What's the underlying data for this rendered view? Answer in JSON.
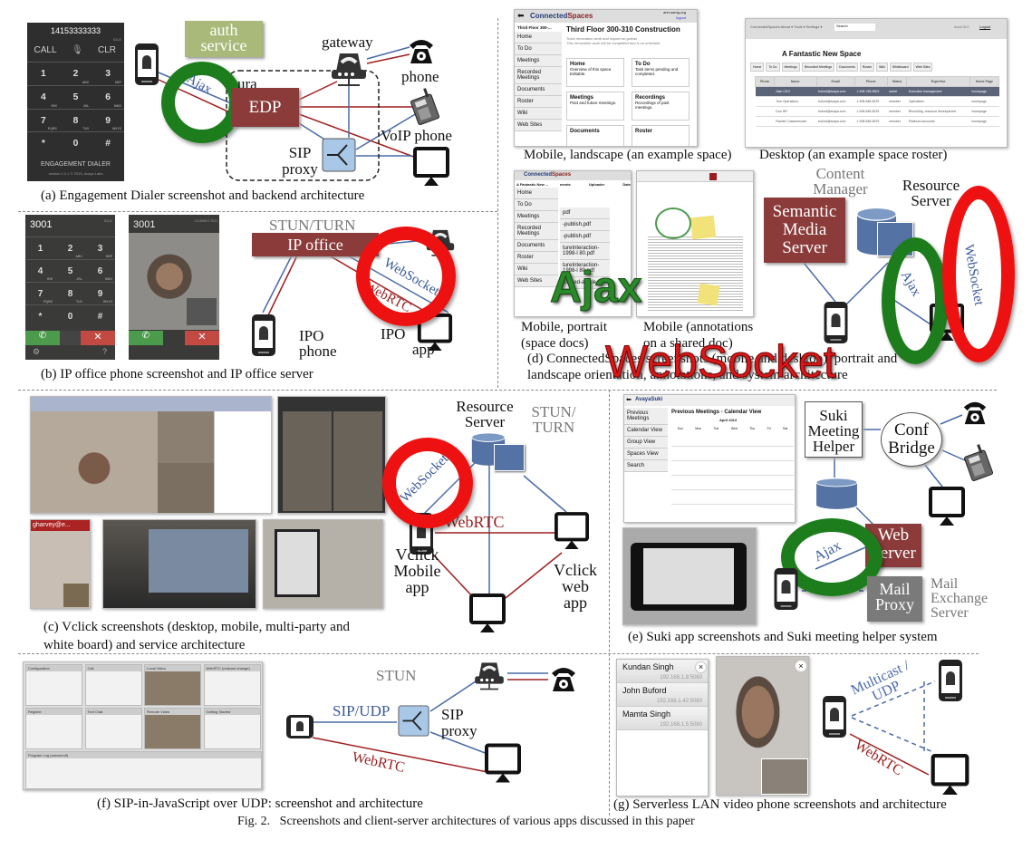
{
  "colors": {
    "ajax_ring": "#1d7d1d",
    "websocket_ring": "#e11111",
    "server_box": "#8a3b3a",
    "proxy_box": "#a9c8e8",
    "link_blue": "#4a6aa8",
    "link_red": "#a01e1e"
  },
  "panel_a": {
    "caption": "(a) Engagement Dialer screenshot and backend architecture",
    "dialer": {
      "number": "14153333333",
      "status": "IDLE",
      "call": "CALL",
      "clr": "CLR",
      "keys": [
        {
          "d": "1",
          "l": ""
        },
        {
          "d": "2",
          "l": "ABC"
        },
        {
          "d": "3",
          "l": "DEF"
        },
        {
          "d": "4",
          "l": "GHI"
        },
        {
          "d": "5",
          "l": "JKL"
        },
        {
          "d": "6",
          "l": "MNO"
        },
        {
          "d": "7",
          "l": "PQRS"
        },
        {
          "d": "8",
          "l": "TUV"
        },
        {
          "d": "9",
          "l": "WXYZ"
        },
        {
          "d": "*",
          "l": ""
        },
        {
          "d": "0",
          "l": ""
        },
        {
          "d": "#",
          "l": ""
        }
      ],
      "footer": "ENGAGEMENT DIALER",
      "version": "version 1.0.1 © 2015, Avaya Labs"
    },
    "auth": "auth service",
    "gateway": "gateway",
    "phone": "phone",
    "voip_phone": "VoIP phone",
    "aura": "ura",
    "edp": "EDP",
    "sip_proxy": "SIP proxy",
    "ajax": "Ajax"
  },
  "panel_b": {
    "caption": "(b) IP office phone screenshot and IP office server",
    "screen1": {
      "number": "3001",
      "status": "IDLE",
      "keys": [
        {
          "d": "1",
          "l": ""
        },
        {
          "d": "2",
          "l": "ABC"
        },
        {
          "d": "3",
          "l": "DEF"
        },
        {
          "d": "4",
          "l": "GHI"
        },
        {
          "d": "5",
          "l": "JKL"
        },
        {
          "d": "6",
          "l": "MNO"
        },
        {
          "d": "7",
          "l": "PQRS"
        },
        {
          "d": "8",
          "l": "TUV"
        },
        {
          "d": "9",
          "l": "WXYZ"
        },
        {
          "d": "*",
          "l": ""
        },
        {
          "d": "0",
          "l": ""
        },
        {
          "d": "#",
          "l": ""
        }
      ]
    },
    "screen2": {
      "number": "3001",
      "status": "CONNECTED"
    },
    "stun_turn": "STUN/TURN",
    "ip_office": "IP office",
    "ipo_phone": "IPO phone",
    "websocket": "WebSocket",
    "webrtc": "WebRTC",
    "ipo_app": "IPO",
    "app": "app"
  },
  "panel_c": {
    "caption_line1": "(c) Vclick screenshots (desktop, mobile, multi-party and",
    "caption_line2": "white board) and service architecture",
    "mobile_title": "gharvey@e...",
    "resource_server": "Resource Server",
    "stun_turn": "STUN/ TURN",
    "websocket": "WebSocket",
    "webrtc": "WebRTC",
    "vclick_mobile": "Vclick Mobile app",
    "vclick_web": "Vclick web app"
  },
  "panel_d": {
    "landscape": {
      "brand_a": "Connected",
      "brand_b": "Spaces",
      "user": "ann-samg-org",
      "logout": "logout",
      "space": "Third Floor 300-...",
      "title": "Third Floor 300-310 Construction",
      "desc1": "Track renovation work and impact on guests",
      "desc2": "This renovation work will be completed and is on schedule.",
      "menu": [
        "Home",
        "To Do",
        "Meetings",
        "Recorded Meetings",
        "Documents",
        "Roster",
        "Wiki",
        "Web Sites"
      ],
      "cards": [
        {
          "t": "Home",
          "d": "Overview of this space. Editable."
        },
        {
          "t": "To Do",
          "d": "Task items pending and completed."
        },
        {
          "t": "Meetings",
          "d": "Past and future meetings."
        },
        {
          "t": "Recordings",
          "d": "Recordings of past meetings."
        },
        {
          "t": "Documents",
          "d": ""
        },
        {
          "t": "Roster",
          "d": ""
        }
      ]
    },
    "landscape_caption": "Mobile, landscape (an example space)",
    "desktop": {
      "nav": "ConnectedSpaces  About ▾  Tools ▾  Settings ▾",
      "search": "Search",
      "user": "AlanCEO",
      "logout": "Logout",
      "title": "A Fantastic New Space",
      "tabs": [
        "Home",
        "To Do",
        "Meetings",
        "Recorded Meetings",
        "Documents",
        "Roster",
        "Wiki",
        "Whiteboard",
        "Web Sites"
      ],
      "columns": [
        "Photo",
        "Name",
        "Email",
        "Phone",
        "Status",
        "Expertise",
        "Home Page"
      ],
      "rows": [
        [
          "",
          "Alan CEO",
          "buford@avaya.com",
          "1-908-766-5503",
          "owner",
          "Executive management",
          "homepage"
        ],
        [
          "",
          "Tom Operations",
          "buford@avaya.com",
          "1-908-848-5675",
          "member",
          "Operations",
          "homepage"
        ],
        [
          "",
          "Don HR",
          "buford@avaya.com",
          "1-908-848-5675",
          "member",
          "Recruiting, resource development",
          "homepage"
        ],
        [
          "",
          "Rachel Customercare",
          "buford@avaya.com",
          "1-908-848-5675",
          "member",
          "Platinum accounts",
          "homepage"
        ]
      ]
    },
    "desktop_caption": "Desktop (an example space roster)",
    "portrait": {
      "brand_a": "Connected",
      "brand_b": "Spaces",
      "space": "A Fantastic New ...",
      "cols": [
        "ments",
        "Uploader",
        "Date"
      ],
      "menu": [
        "Home",
        "To Do",
        "Meetings",
        "Recorded Meetings",
        "Documents",
        "Roster",
        "Wiki",
        "Web Sites"
      ],
      "files": [
        "pdf",
        "-publish.pdf",
        "-publish.pdf",
        "tureInteraction-1998-l 80.pdf",
        "tureInteraction-1998-l 80.pdf",
        "blished-article.pdf"
      ]
    },
    "portrait_caption_1": "Mobile, portrait",
    "portrait_caption_2": "(space docs)",
    "annot_caption_1": "Mobile (annotations",
    "annot_caption_2": "on a shared doc)",
    "big_ajax": "Ajax",
    "big_websocket": "WebSocket",
    "content_manager": "Content Manager",
    "semantic_media_server": "Semantic Media Server",
    "resource_server": "Resource Server",
    "ajax": "Ajax",
    "websocket": "WebSocket",
    "caption_line1": "(d) ConnectedSpaces screenshots (mobile and desktop), portrait and",
    "caption_line2": "landscape orientation, annotations, and system architecture"
  },
  "panel_e": {
    "calendar": {
      "brand": "AvayaSuki",
      "title": "Previous Meetings - Calendar View",
      "month": "April 2013",
      "menu": [
        "Previous Meetings",
        "Calendar View",
        "Group View",
        "Spaces View",
        "Search"
      ],
      "days": [
        "Sun",
        "Mon",
        "Tue",
        "Wed",
        "Thu",
        "Fri",
        "Sat"
      ]
    },
    "suki_helper": "Suki Meeting Helper",
    "conf_bridge": "Conf Bridge",
    "web_server": "Web Server",
    "ajax": "Ajax",
    "mail_proxy": "Mail Proxy",
    "mail_exchange": "Mail Exchange Server",
    "caption": "(e) Suki app screenshots and Suki meeting helper system"
  },
  "panel_f": {
    "sections": [
      "Configuration",
      "Call",
      "Local Video",
      "WebRTC (network change)",
      "Register",
      "Text Chat",
      "Remote Video",
      "Getting Started",
      "Program Log (autoscroll)"
    ],
    "stun": "STUN",
    "sip_udp": "SIP/UDP",
    "sip_proxy": "SIP proxy",
    "webrtc": "WebRTC",
    "caption": "(f) SIP-in-JavaScript over UDP: screenshot and architecture"
  },
  "panel_g": {
    "contacts": [
      {
        "name": "Kundan Singh",
        "addr": "192.168.1.8:5060"
      },
      {
        "name": "John Buford",
        "addr": "192.168.1.42:5080"
      },
      {
        "name": "Mamta Singh",
        "addr": "192.168.1.5:5080"
      }
    ],
    "close": "×",
    "multicast": "Multicast / UDP",
    "webrtc": "WebRTC",
    "caption": "(g) Serverless LAN video phone screenshots and architecture"
  },
  "figure_caption": "Fig. 2.   Screenshots and client-server architectures of various apps discussed in this paper"
}
